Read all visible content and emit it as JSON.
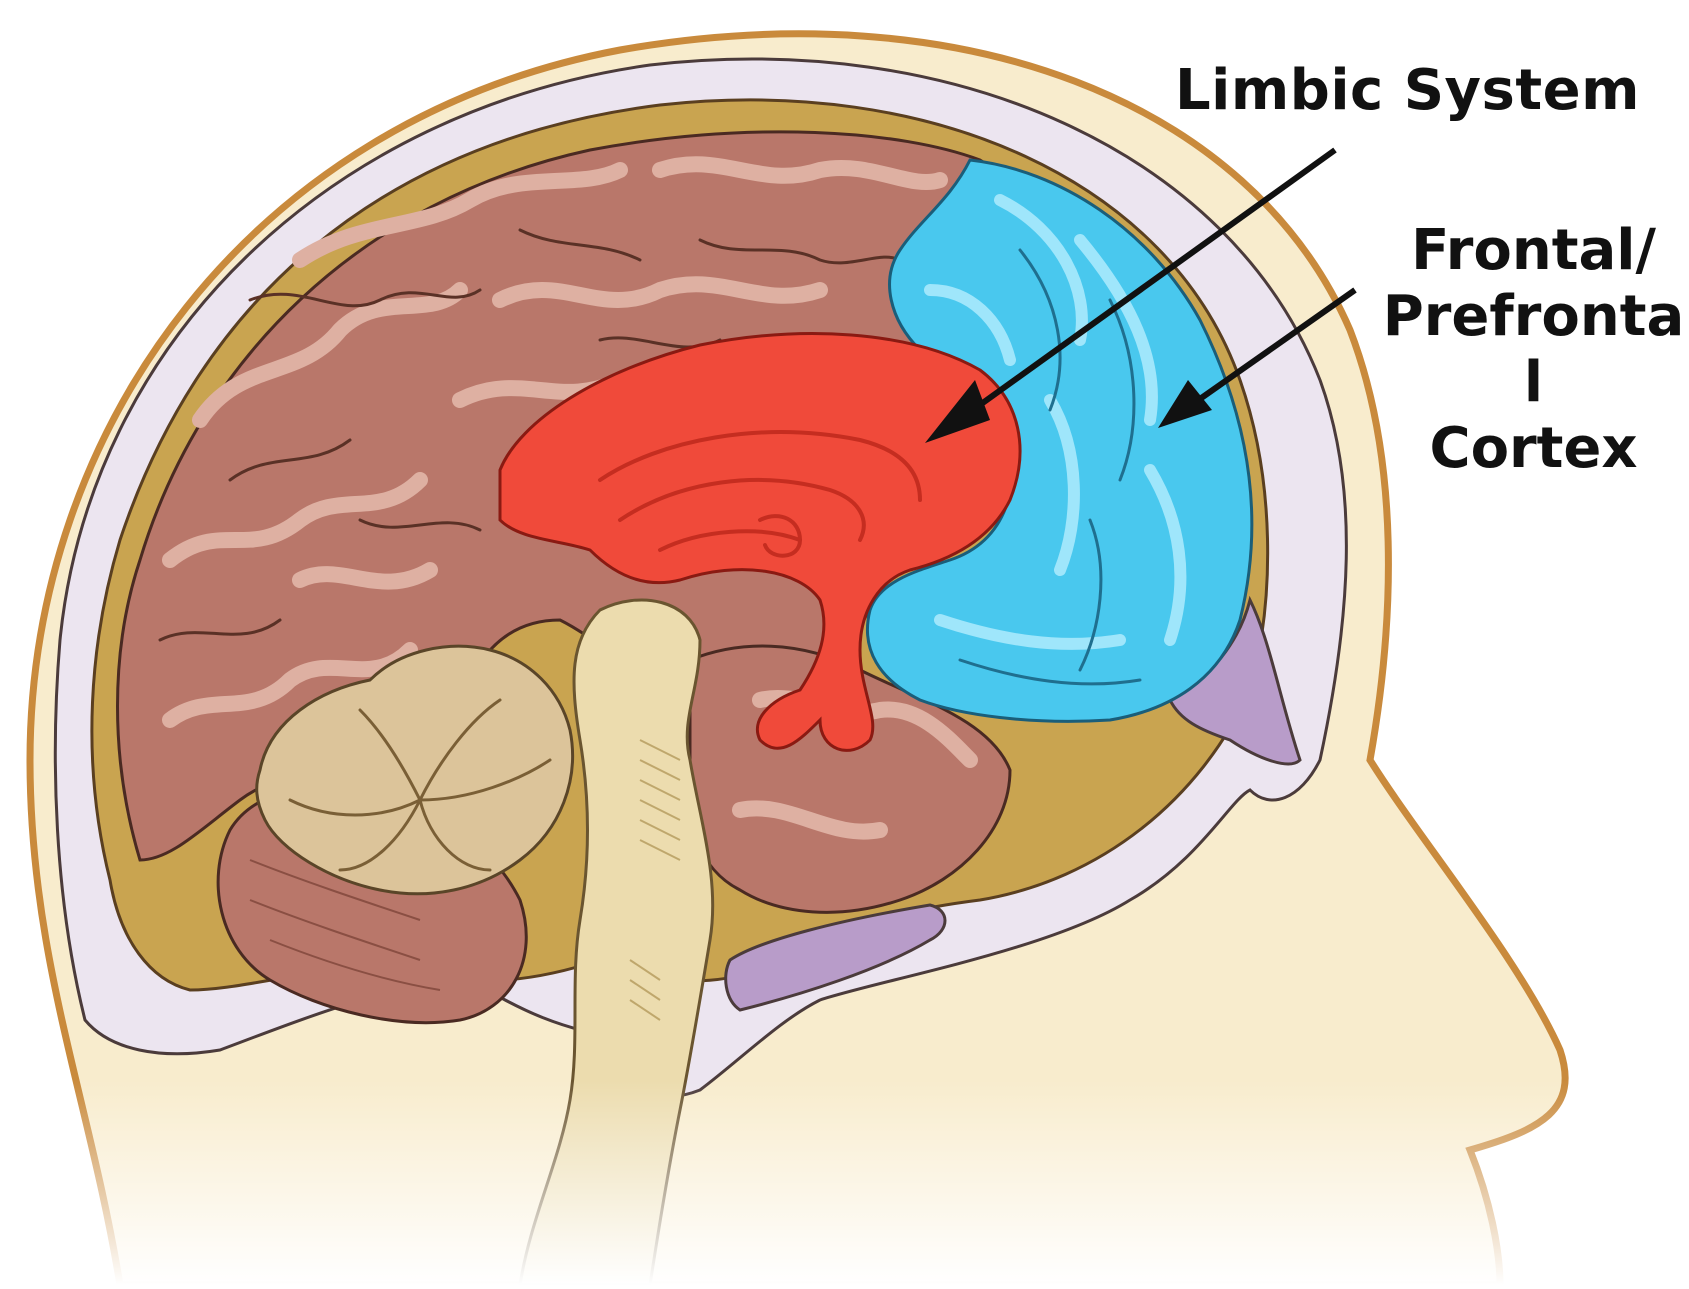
{
  "labels": {
    "limbic_system": "Limbic System",
    "frontal_cortex_lines": [
      "Frontal/",
      "Prefronta",
      "l",
      "Cortex"
    ]
  },
  "colors": {
    "brain": "#b9776a",
    "brain_highlight": "#d9a79a",
    "limbic_system": "#f04a3a",
    "frontal_cortex": "#49c8ee",
    "skull": "#ece5f0",
    "skin": "#f8eccd",
    "cerebellum": "#dcc49a",
    "brainstem": "#ecdcae",
    "sinus": "#b89cc9",
    "arrow": "#111111"
  }
}
